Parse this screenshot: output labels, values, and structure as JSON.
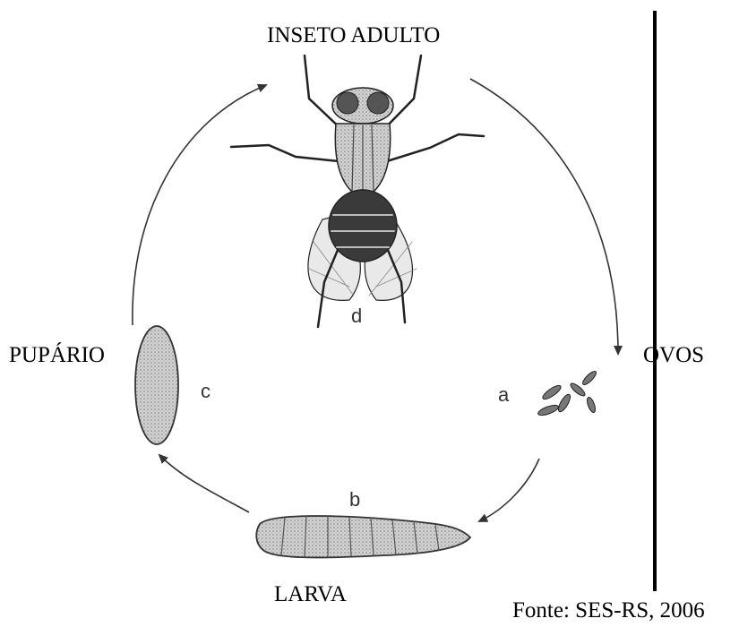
{
  "stages": {
    "adult": {
      "label": "INSETO ADULTO",
      "letter": "d"
    },
    "eggs": {
      "label": "OVOS",
      "letter": "a"
    },
    "larva": {
      "label": "LARVA",
      "letter": "b"
    },
    "puparium": {
      "label": "PUPÁRIO",
      "letter": "c"
    }
  },
  "source": "Fonte: SES-RS, 2006"
}
